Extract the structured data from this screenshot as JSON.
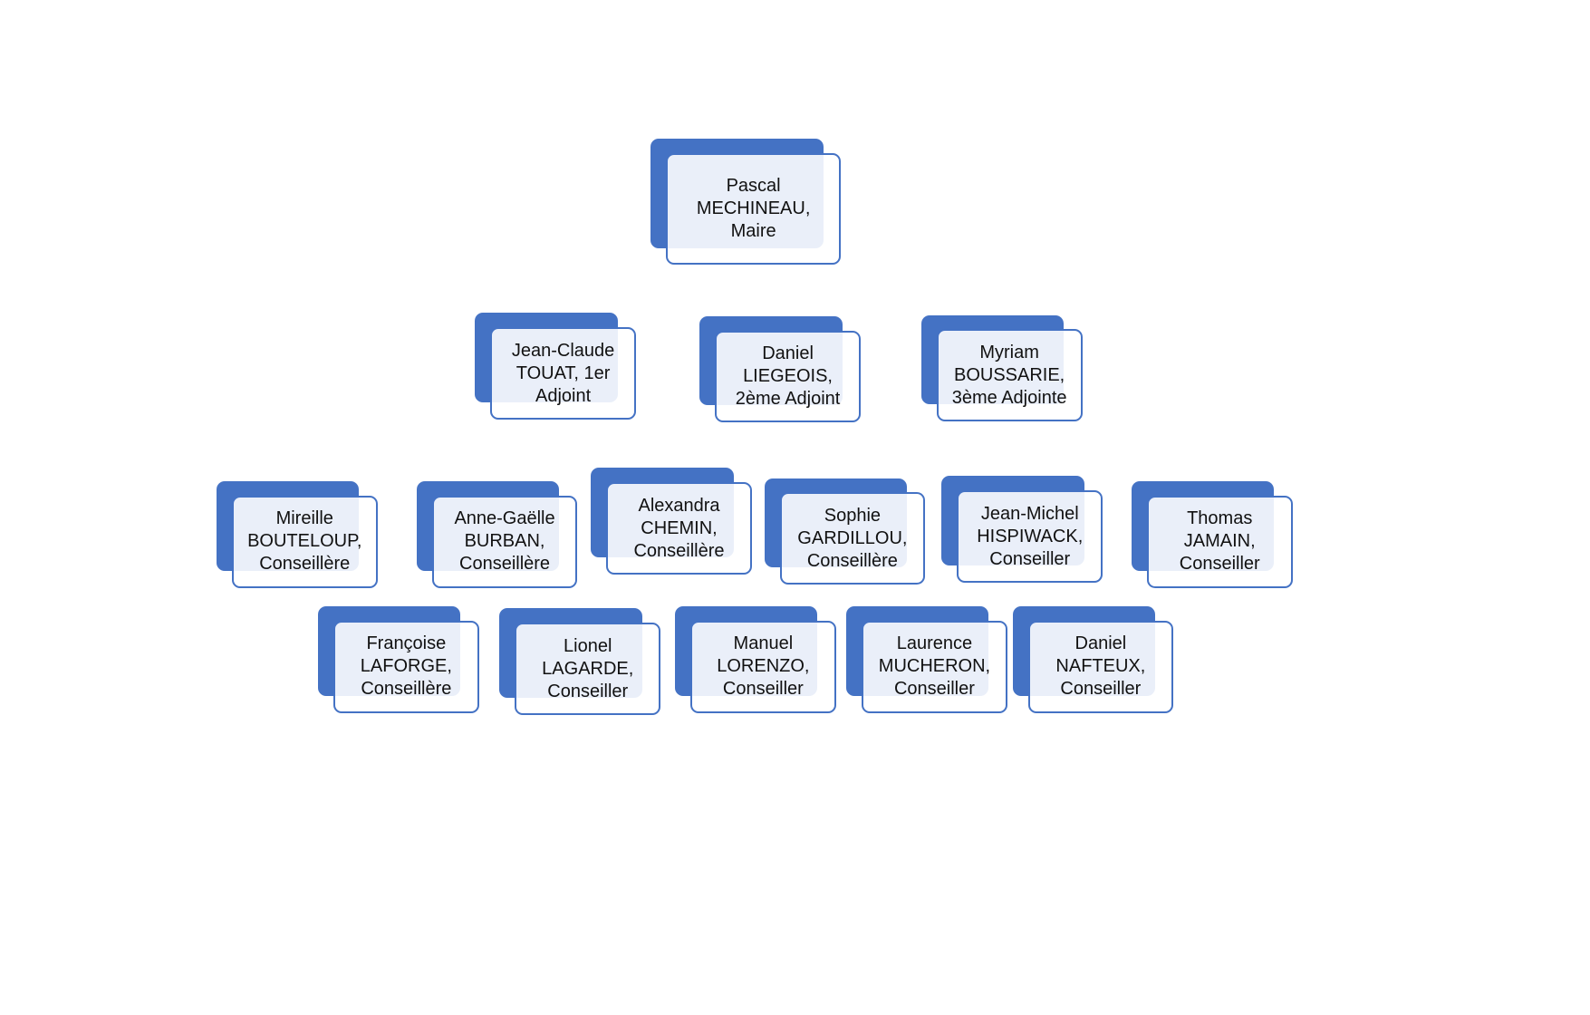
{
  "colors": {
    "accent": "#4472C4",
    "text": "#111111"
  },
  "org_chart": {
    "levels": [
      {
        "nodes": [
          {
            "name": "Pascal\nMECHINEAU,\nMaire"
          }
        ]
      },
      {
        "nodes": [
          {
            "name": "Jean-Claude\nTOUAT, 1er\nAdjoint"
          },
          {
            "name": "Daniel\nLIEGEOIS,\n2ème Adjoint"
          },
          {
            "name": "Myriam\nBOUSSARIE,\n3ème Adjointe"
          }
        ]
      },
      {
        "nodes": [
          {
            "name": "Mireille\nBOUTELOUP,\nConseillère"
          },
          {
            "name": "Anne-Gaëlle\nBURBAN,\nConseillère"
          },
          {
            "name": "Alexandra\nCHEMIN,\nConseillère"
          },
          {
            "name": "Sophie\nGARDILLOU,\nConseillère"
          },
          {
            "name": "Jean-Michel\nHISPIWACK,\nConseiller"
          },
          {
            "name": "Thomas\nJAMAIN,\nConseiller"
          }
        ]
      },
      {
        "nodes": [
          {
            "name": "Françoise\nLAFORGE,\nConseillère"
          },
          {
            "name": "Lionel\nLAGARDE,\nConseiller"
          },
          {
            "name": "Manuel\nLORENZO,\nConseiller"
          },
          {
            "name": "Laurence\nMUCHERON,\nConseiller"
          },
          {
            "name": "Daniel\nNAFTEUX,\nConseiller"
          }
        ]
      }
    ]
  }
}
